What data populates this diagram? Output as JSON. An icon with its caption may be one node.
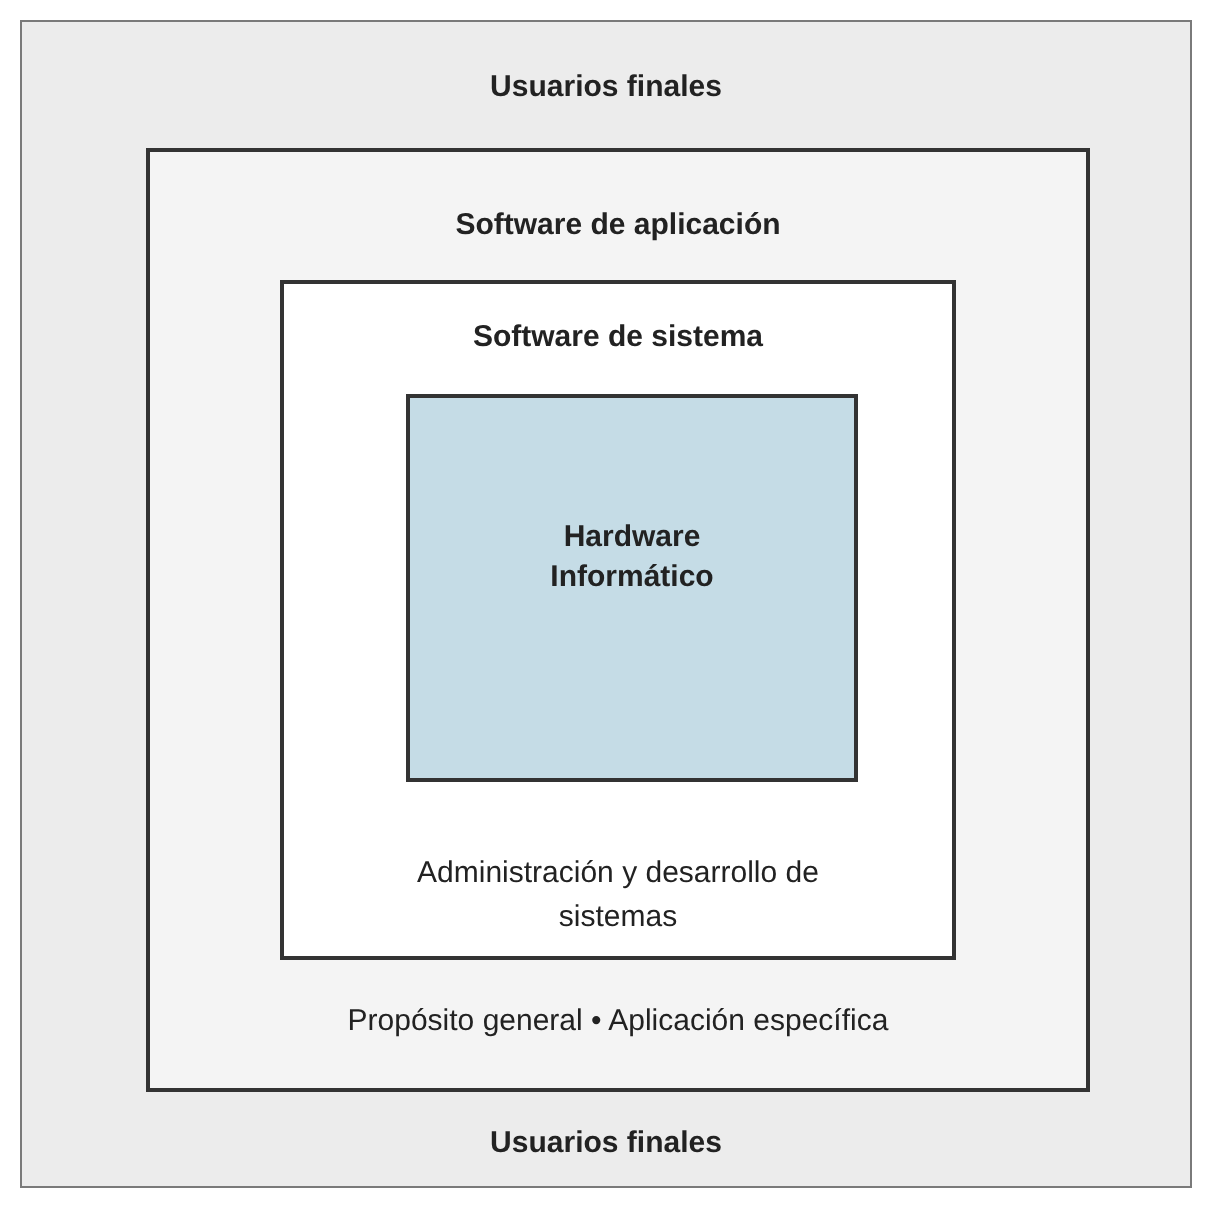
{
  "diagram": {
    "nodes": [
      {
        "text": [
          "Usuarios finales",
          "Usuarios finales"
        ]
      },
      {
        "text": [
          "Software de aplicación",
          "Propósito general • Aplicación específica"
        ],
        "in": 0
      },
      {
        "text": [
          "Software de sistema",
          "Administración y desarrollo de sistemas"
        ],
        "in": 1
      },
      {
        "text": [
          "Hardware Informático"
        ],
        "in": 2
      }
    ]
  }
}
